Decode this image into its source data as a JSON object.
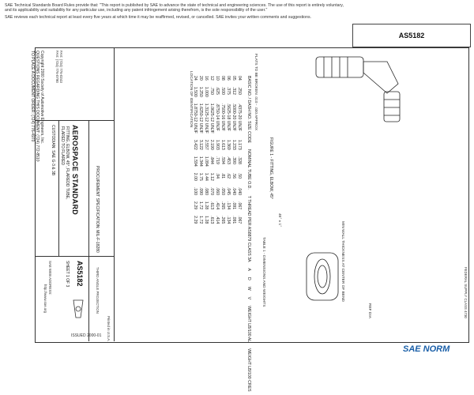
{
  "notice": {
    "p1": "SAE Technical Standards Board Rules provide that: \"This report is published by SAE to advance the state of technical and engineering sciences. The use of this report is entirely voluntary, and its applicability and suitability for any particular use, including any patent infringement arising therefrom, is the sole responsibility of the user.\"",
    "p2": "SAE reviews each technical report at least every five years at which time it may be reaffirmed, revised, or cancelled. SAE invites your written comments and suggestions."
  },
  "doc_number": "AS5182",
  "title_block": {
    "standard_type": "AEROSPACE STANDARD",
    "title_line1": "FITTING, ELBOW, 45°, FLAREDD TUBE,",
    "title_line2": "FLARED TO FLARED",
    "custodian": "CUSTODIAN: SAE G-3 & 3B",
    "procurement": "PROCUREMENT SPECIFICATION: MIL-F-18280",
    "sheet": "SHEET 1 OF 3",
    "third_angle": "THIRD ANGLE PROJECTION",
    "issued": "ISSUED 2000-01",
    "federal_supply": "FEDERAL SUPPLY CLASS 4730",
    "copyright": "Copyright 2000 Society of Automotive Engineers, Inc.",
    "rights": "All rights reserved.",
    "printed": "Printed in U.S.A.",
    "questions": "QUESTIONS REGARDING THIS DOCUMENT: (724) 772-8510",
    "order": "TO PLACE A DOCUMENT ORDER: (724) 776-4970",
    "fax1": "FAX: (724) 776-0243",
    "fax2": "FAX: (724) 776-0790",
    "web": "http://www.sae.org",
    "sae_address": "SAE WEB ADDRESS:"
  },
  "figure": {
    "caption": "FIGURE 1 - FITTING, ELBOW, 45°",
    "note_flats": "FLATS TO BE BROKEN .010 - .030 APPROX",
    "note_location": "LOCATION OF IDENTIFICATION",
    "note_wrench": "MIN WALL THICKNESS AT CENTER OF BEND",
    "note_angle": "45° ± 1°",
    "note_dia": "REF DIA",
    "table_heading": "TABLE 1 - DIMENSIONS AND WEIGHTS"
  },
  "table": {
    "headers": [
      "BASIC NO. / DASH NO. SIZE CODE",
      "NOMINAL TUBE O.D.",
      "T THREAD PER AS8879 CLASS 3A",
      "A",
      "D",
      "W",
      "V",
      "WEIGHT LB/100 AL",
      "WEIGHT LB/100 CRES"
    ],
    "rows": [
      [
        "04",
        ".250",
        ".4375-20 UNJF",
        "1.173",
        ".328",
        ".50",
        ".040",
        ".067",
        ".067"
      ],
      [
        "05",
        ".312",
        ".5000-20 UNJF",
        "1.233",
        ".390",
        ".56",
        ".040",
        ".091",
        ".091"
      ],
      [
        "06",
        ".375",
        ".5625-18 UNJF",
        "1.369",
        ".453",
        ".62",
        ".045",
        ".134",
        ".134"
      ],
      [
        "08",
        ".500",
        ".7500-16 UNJF",
        "1.613",
        ".594",
        ".81",
        ".050",
        ".265",
        ".265"
      ],
      [
        "10",
        ".625",
        ".8750-14 UNJF",
        "1.903",
        ".719",
        ".94",
        ".060",
        ".414",
        ".414"
      ],
      [
        "12",
        ".750",
        "1.0625-12 UNJF",
        "2.190",
        ".844",
        "1.12",
        ".070",
        ".613",
        ".613"
      ],
      [
        "16",
        "1.000",
        "1.3125-12 UNJF",
        "2.557",
        "1.094",
        "1.44",
        ".080",
        "1.28",
        "1.28"
      ],
      [
        "20",
        "1.250",
        "1.6250-12 UNJF",
        "3.122",
        "1.344",
        "1.75",
        ".090",
        "1.72",
        "1.72"
      ],
      [
        "24",
        "1.500",
        "1.8750-12 UNJF",
        "3.422",
        "1.594",
        "2.00",
        ".100",
        "2.29",
        "2.29"
      ]
    ]
  },
  "sae_norm_logo": "SAE NORM",
  "colors": {
    "logo": "#1a5fa8",
    "line": "#333333"
  }
}
